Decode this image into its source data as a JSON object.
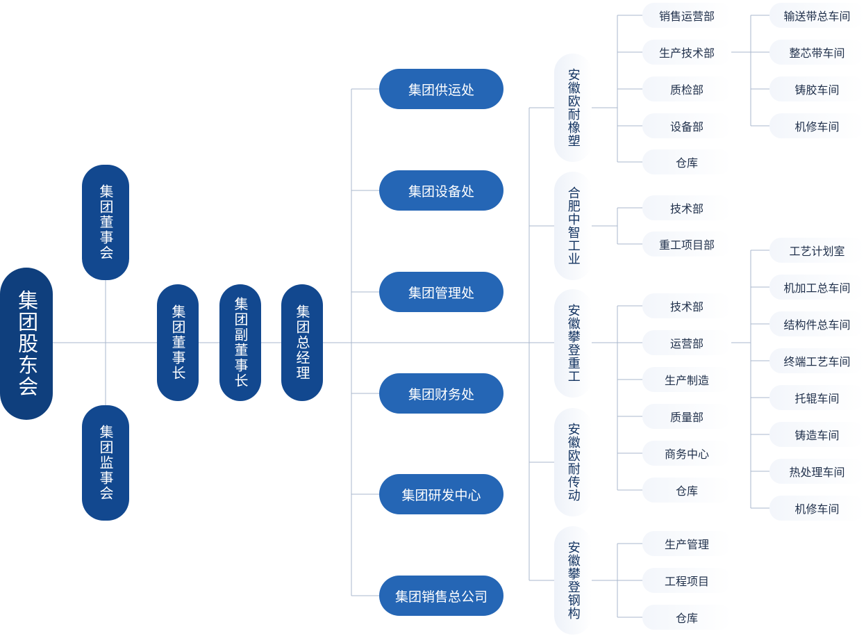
{
  "root": "集团股东会",
  "board": "集团董事会",
  "supervisory": "集团监事会",
  "chairman": "集团董事长",
  "vice_chairman": "集团副董事长",
  "gm": "集团总经理",
  "departments": [
    "集团供运处",
    "集团设备处",
    "集团管理处",
    "集团财务处",
    "集团研发中心",
    "集团销售总公司"
  ],
  "companies": [
    {
      "name": "安徽欧耐橡塑",
      "units": [
        "销售运营部",
        "生产技术部",
        "质检部",
        "设备部",
        "仓库"
      ],
      "workshops": [
        "输送带总车间",
        "整芯带车间",
        "铸胶车间",
        "机修车间"
      ]
    },
    {
      "name": "合肥中智工业",
      "units": [
        "技术部",
        "重工项目部"
      ]
    },
    {
      "name": "安徽攀登重工",
      "units": [
        "技术部",
        "运营部",
        "生产制造",
        "质量部",
        "商务中心",
        "仓库"
      ],
      "workshops": [
        "工艺计划室",
        "机加工总车间",
        "结构件总车间",
        "终端工艺车间",
        "托辊车间",
        "铸造车间",
        "热处理车间",
        "机修车间"
      ]
    },
    {
      "name": "安徽欧耐传动",
      "units": []
    },
    {
      "name": "安徽攀登钢构",
      "units": [
        "生产管理",
        "工程项目",
        "仓库"
      ]
    }
  ],
  "colors": {
    "line": "#a8b7cc",
    "root": "#0f3f7d",
    "dark": "#12488f",
    "pill": "#2566b5"
  }
}
